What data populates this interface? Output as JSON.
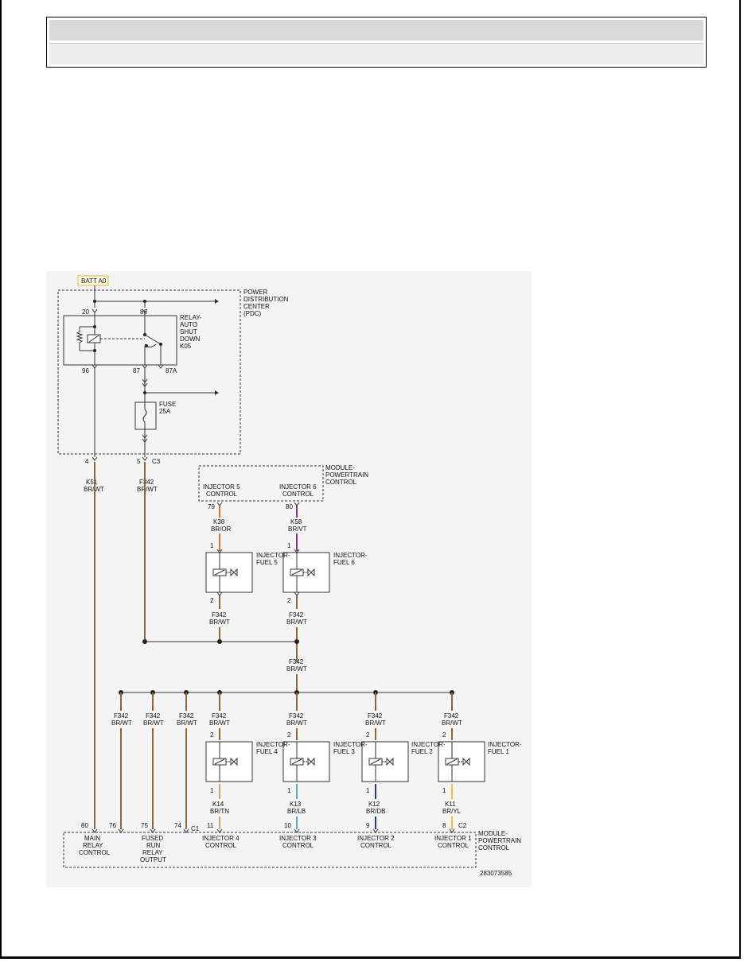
{
  "header": {
    "row1": "",
    "row2": ""
  },
  "diagram": {
    "batt": "BATT A0",
    "pdc": [
      "POWER",
      "DISTRIBUTION",
      "CENTER",
      "(PDC)"
    ],
    "relay": [
      "RELAY-",
      "AUTO",
      "SHUT",
      "DOWN",
      "K05"
    ],
    "relay_pins": {
      "p20": "20",
      "p86": "86",
      "p96": "96",
      "p87": "87",
      "p87a": "87A"
    },
    "fuse": [
      "FUSE",
      "25A"
    ],
    "c3": {
      "p4": "4",
      "p5": "5",
      "conn": "C3"
    },
    "wire_k51": [
      "K51",
      "BR/WT"
    ],
    "wire_f342_top": [
      "F342",
      "BR/WT"
    ],
    "module_top": [
      "MODULE-",
      "POWERTRAIN",
      "CONTROL"
    ],
    "inj5_ctrl": [
      "INJECTOR 5",
      "CONTROL"
    ],
    "inj6_ctrl": [
      "INJECTOR 6",
      "CONTROL"
    ],
    "pin79": "79",
    "pin80_top": "80",
    "wire_k38": [
      "K38",
      "BR/OR"
    ],
    "wire_k58": [
      "K58",
      "BR/VT"
    ],
    "inj5": [
      "INJECTOR-",
      "FUEL 5"
    ],
    "inj6": [
      "INJECTOR-",
      "FUEL 6"
    ],
    "pin1": "1",
    "pin2": "2",
    "f342": [
      "F342",
      "BR/WT"
    ],
    "inj4": [
      "INJECTOR-",
      "FUEL 4"
    ],
    "inj3": [
      "INJECTOR-",
      "FUEL 3"
    ],
    "inj2": [
      "INJECTOR-",
      "FUEL 2"
    ],
    "inj1": [
      "INJECTOR-",
      "FUEL 1"
    ],
    "wire_k14": [
      "K14",
      "BR/TN"
    ],
    "wire_k13": [
      "K13",
      "BR/LB"
    ],
    "wire_k12": [
      "K12",
      "BR/DB"
    ],
    "wire_k11": [
      "K11",
      "BR/YL"
    ],
    "bottom_pins": {
      "p80": "80",
      "p76": "76",
      "p75": "75",
      "p74": "74",
      "c1": "C1",
      "p11": "11",
      "p10": "10",
      "p9": "9",
      "p8": "8",
      "c2": "C2"
    },
    "main_relay": [
      "MAIN",
      "RELAY",
      "CONTROL"
    ],
    "fused_run": [
      "FUSED",
      "RUN",
      "RELAY",
      "OUTPUT"
    ],
    "inj4_ctrl": [
      "INJECTOR 4",
      "CONTROL"
    ],
    "inj3_ctrl": [
      "INJECTOR 3",
      "CONTROL"
    ],
    "inj2_ctrl": [
      "INJECTOR 2",
      "CONTROL"
    ],
    "inj1_ctrl": [
      "INJECTOR 1",
      "CONTROL"
    ],
    "module_bottom": [
      "MODULE-",
      "POWERTRAIN",
      "CONTROL"
    ],
    "figure_id": "283073585",
    "colors": {
      "wire_brwt": "#8a6a3a",
      "wire_or": "#d8782a",
      "wire_vt": "#8a3a7a",
      "wire_tn": "#c8a878",
      "wire_lb": "#5aa8d8",
      "wire_db": "#2a3a9a",
      "wire_yl": "#e8c83a"
    }
  }
}
